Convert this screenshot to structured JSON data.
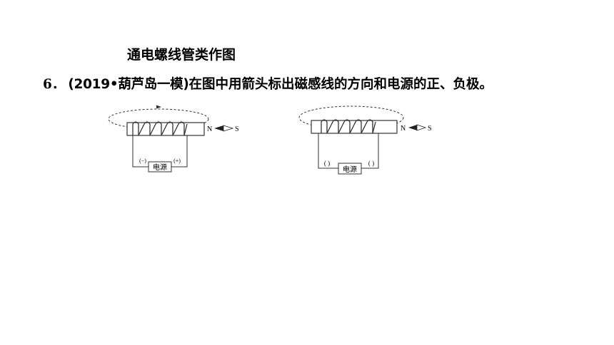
{
  "section_heading": "通电螺线管类作图",
  "question": {
    "number": "6．",
    "source": "(2019•葫芦岛一模)",
    "text": "在图中用箭头标出磁感线的方向和电源的正、负极。"
  },
  "figures": [
    {
      "pole_left": "N",
      "pole_right": "S",
      "source_label": "电源",
      "terminal_left": "(−)",
      "terminal_right": "(+)"
    },
    {
      "pole_left": "N",
      "pole_right": "S",
      "source_label": "电源",
      "terminal_left": "(  )",
      "terminal_right": "(  )"
    }
  ]
}
